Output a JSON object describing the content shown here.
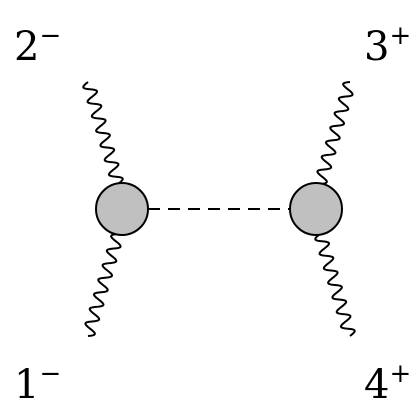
{
  "diagram": {
    "labels": {
      "top_left": {
        "num": "2",
        "sign": "−"
      },
      "top_right": {
        "num": "3",
        "sign": "+"
      },
      "bottom_left": {
        "num": "1",
        "sign": "−"
      },
      "bottom_right": {
        "num": "4",
        "sign": "+"
      }
    },
    "vertex_fill": "#c0c0c0",
    "line_color": "#000000"
  }
}
